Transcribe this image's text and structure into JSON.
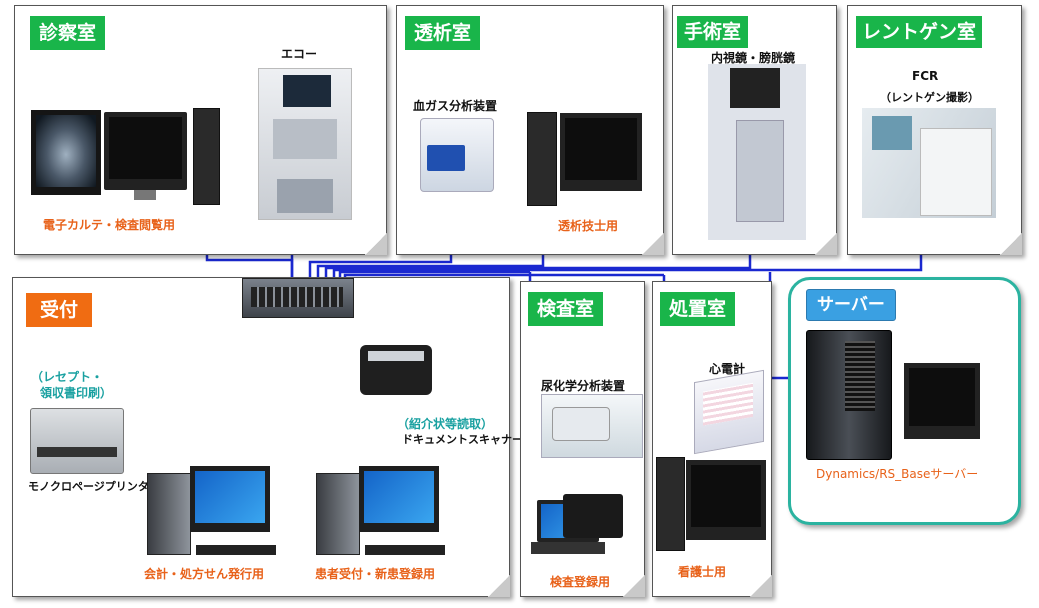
{
  "rooms": {
    "shinsatsu": {
      "title": "診察室",
      "echo_label": "エコー",
      "pc_caption": "電子カルテ・検査閲覧用"
    },
    "touseki": {
      "title": "透析室",
      "device_label": "血ガス分析装置",
      "pc_caption": "透析技士用"
    },
    "shujutsu": {
      "title": "手術室",
      "device_label": "内視鏡・膀胱鏡"
    },
    "rentogen": {
      "title": "レントゲン室",
      "device_label_1": "FCR",
      "device_label_2": "（レントゲン撮影）"
    },
    "uketsuke": {
      "title": "受付",
      "printer_label_1": "（レセプト・",
      "printer_label_2": "領収書印刷）",
      "printer_caption": "モノクロページプリンタ",
      "scanner_label_1": "（紹介状等読取）",
      "scanner_label_2": "ドキュメントスキャナー",
      "pc1_caption": "会計・処方せん発行用",
      "pc2_caption": "患者受付・新患登録用"
    },
    "kensa": {
      "title": "検査室",
      "device_label": "尿化学分析装置",
      "pc_caption": "検査登録用"
    },
    "shochi": {
      "title": "処置室",
      "device_label": "心電計",
      "pc_caption": "看護士用"
    },
    "server": {
      "title": "サーバー",
      "caption": "Dynamics/RS_Baseサーバー"
    }
  },
  "colors": {
    "network": "#1a28d0",
    "room_tag": "#19b54a",
    "reception_tag": "#f06c12",
    "server_tag": "#3aa0e2",
    "server_border": "#2bb3a0",
    "caption": "#e8621a"
  }
}
